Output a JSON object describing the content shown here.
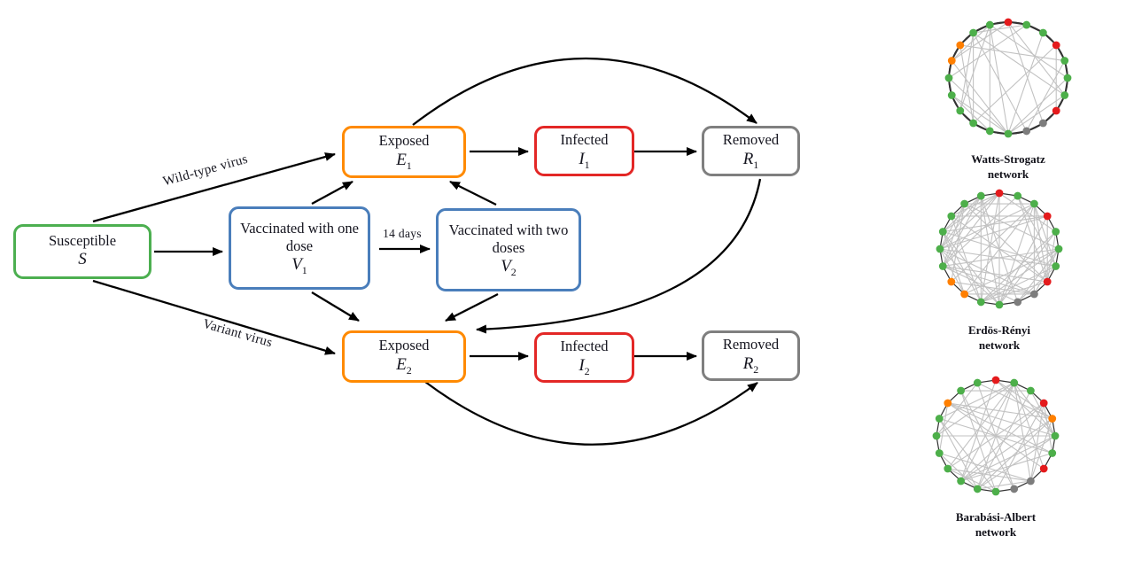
{
  "figure": {
    "boxes": {
      "s": {
        "title": "Susceptible",
        "symbol": "S",
        "sub": ""
      },
      "v1": {
        "title": "Vaccinated with one dose",
        "symbol": "V",
        "sub": "1"
      },
      "v2": {
        "title": "Vaccinated with two doses",
        "symbol": "V",
        "sub": "2"
      },
      "e1": {
        "title": "Exposed",
        "symbol": "E",
        "sub": "1"
      },
      "i1": {
        "title": "Infected",
        "symbol": "I",
        "sub": "1"
      },
      "r1": {
        "title": "Removed",
        "symbol": "R",
        "sub": "1"
      },
      "e2": {
        "title": "Exposed",
        "symbol": "E",
        "sub": "2"
      },
      "i2": {
        "title": "Infected",
        "symbol": "I",
        "sub": "2"
      },
      "r2": {
        "title": "Removed",
        "symbol": "R",
        "sub": "2"
      }
    },
    "edge_labels": {
      "wild_type": "Wild-type virus",
      "variant": "Variant virus",
      "fourteen_days": "14 days"
    },
    "colors": {
      "susceptible": "#4caf50",
      "vaccinated": "#4a7ebb",
      "exposed": "#ff8a00",
      "infected": "#e32726",
      "removed": "#7f7f7f",
      "arrow": "#000000"
    }
  },
  "networks": {
    "palette": {
      "green": "#4daf4a",
      "red": "#e41a1c",
      "orange": "#ff7f00",
      "gray": "#7d7d7d"
    },
    "items": [
      {
        "label_line1": "Watts-Strogatz",
        "label_line2": "network",
        "seed": 7,
        "chords": 26,
        "ws_arcs": true,
        "nodes": [
          "red",
          "green",
          "green",
          "red",
          "green",
          "green",
          "green",
          "red",
          "gray",
          "gray",
          "green",
          "green",
          "green",
          "green",
          "green",
          "green",
          "orange",
          "orange",
          "green",
          "green"
        ]
      },
      {
        "label_line1": "Erdös-Rényi",
        "label_line2": "network",
        "seed": 13,
        "chords": 60,
        "ws_arcs": false,
        "nodes": [
          "red",
          "green",
          "green",
          "red",
          "green",
          "green",
          "green",
          "red",
          "gray",
          "gray",
          "green",
          "green",
          "orange",
          "orange",
          "green",
          "green",
          "green",
          "green",
          "green",
          "green"
        ]
      },
      {
        "label_line1": "Barabási-Albert",
        "label_line2": "network",
        "seed": 29,
        "chords": 44,
        "ws_arcs": false,
        "nodes": [
          "red",
          "green",
          "green",
          "red",
          "orange",
          "green",
          "green",
          "red",
          "gray",
          "gray",
          "green",
          "green",
          "green",
          "green",
          "green",
          "green",
          "green",
          "orange",
          "green",
          "green"
        ]
      }
    ]
  }
}
